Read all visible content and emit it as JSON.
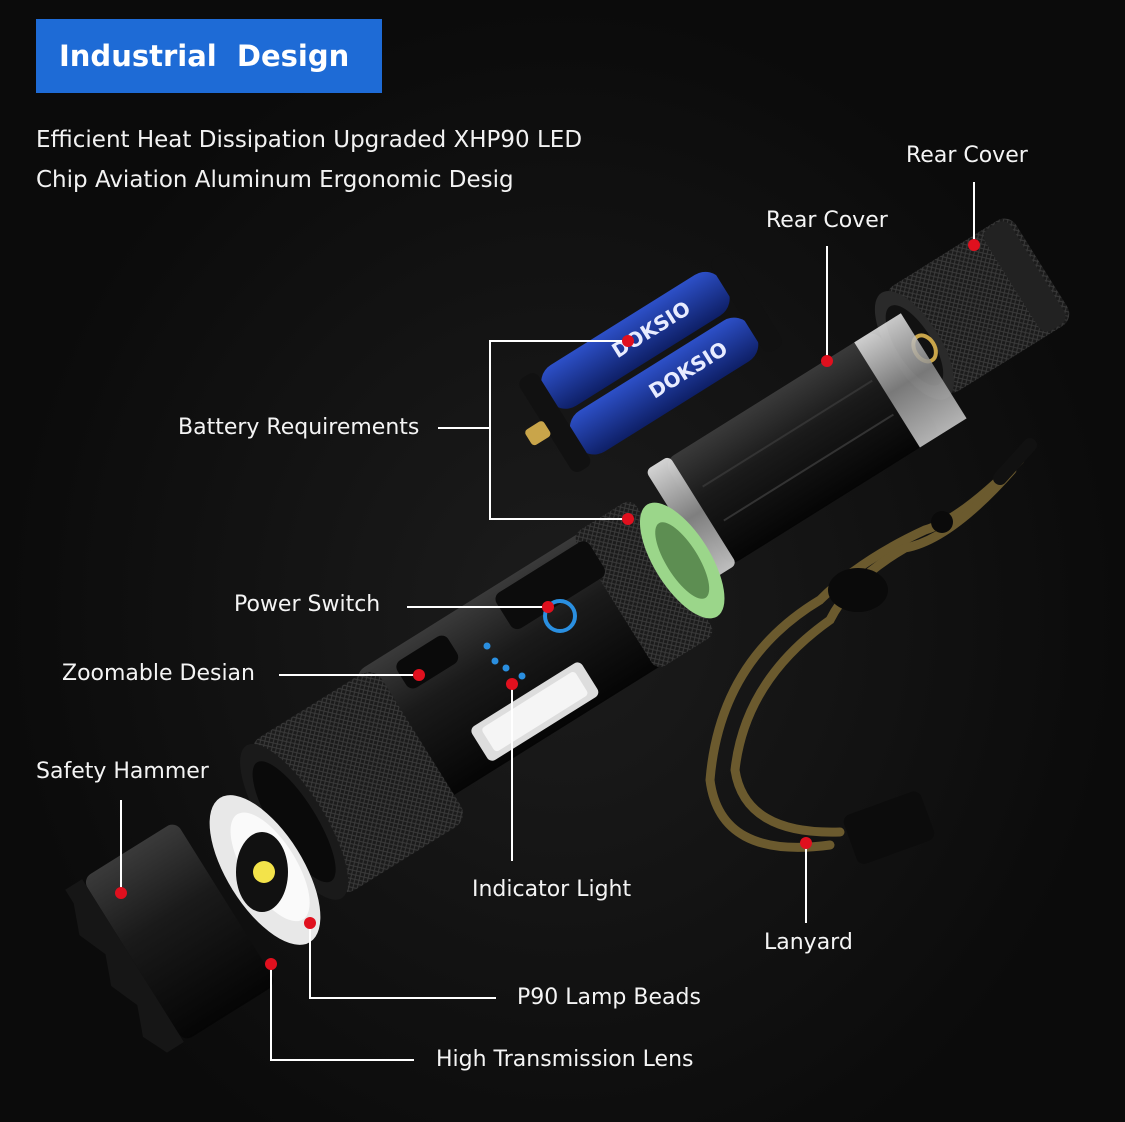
{
  "header": {
    "title": "Industrial  Design",
    "subtitle_line1": "Efficient Heat Dissipation Upgraded XHP90 LED",
    "subtitle_line2": "Chip Aviation Aluminum Ergonomic Desig"
  },
  "callouts": {
    "rear_cover_top": "Rear Cover",
    "rear_cover": "Rear Cover",
    "battery_requirements": "Battery Requirements",
    "power_switch": "Power Switch",
    "zoomable_design": "Zoomable Desian",
    "safety_hammer": "Safety Hammer",
    "indicator_light": "Indicator Light",
    "lanyard": "Lanyard",
    "p90_lamp_beads": "P90 Lamp Beads",
    "high_transmission_lens": "High Transmission Lens"
  },
  "colors": {
    "badge": "#1e6bd6",
    "marker": "#e0101e",
    "leader_line": "#ffffff",
    "battery_blue": "#1f3fa8",
    "green_ring": "#9bd68a",
    "lanyard": "#6b5a2e"
  }
}
